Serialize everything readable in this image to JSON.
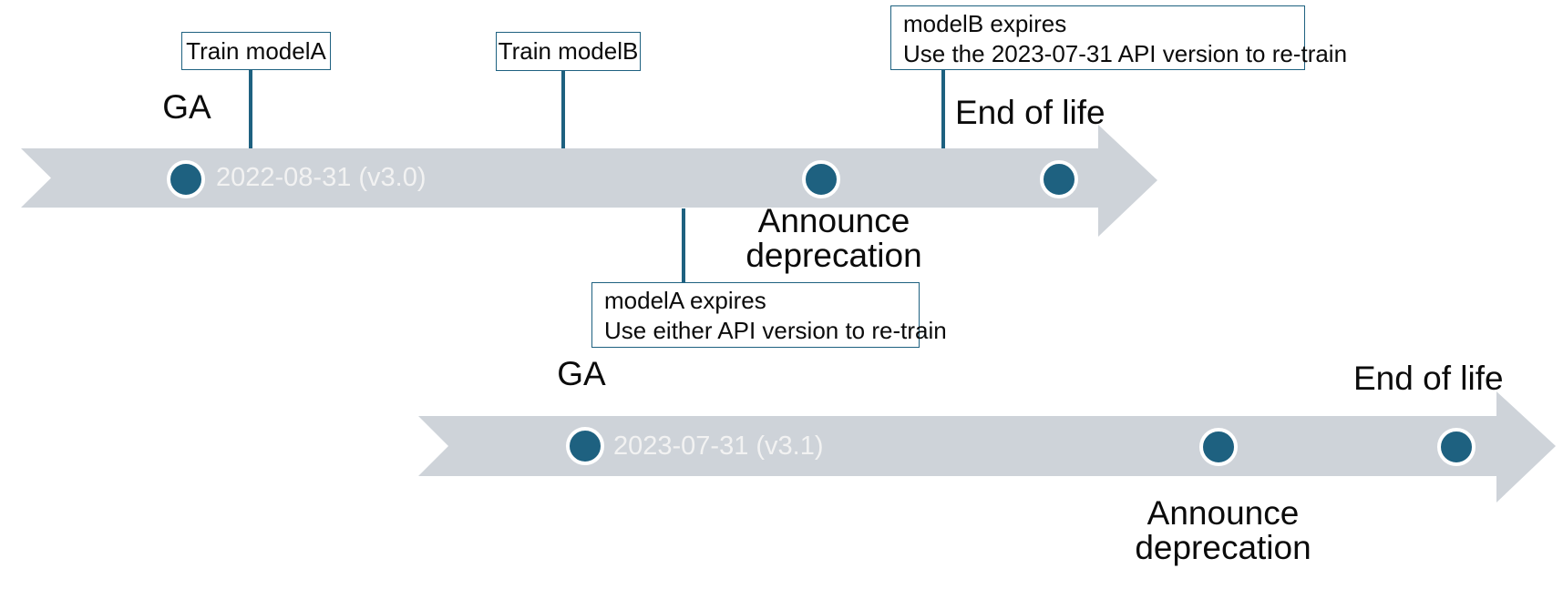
{
  "diagram_type": "model-lifecycle-timeline",
  "colors": {
    "accent_teal": "#1E6180",
    "band_gray": "#CED3D9",
    "band_text": "#F2F2F2"
  },
  "timelines": [
    {
      "date_label": "2022-08-31 (v3.0)",
      "ga_label": "GA",
      "announce_line1": "Announce",
      "announce_line2": "deprecation",
      "end_of_life_label": "End of life"
    },
    {
      "date_label": "2023-07-31 (v3.1)",
      "ga_label": "GA",
      "announce_line1": "Announce",
      "announce_line2": "deprecation",
      "end_of_life_label": "End of life"
    }
  ],
  "callouts": {
    "train_model_a": {
      "label": "Train modelA"
    },
    "train_model_b": {
      "label": "Train modelB"
    },
    "model_b_expires": {
      "line1": "modelB expires",
      "line2": "Use the 2023-07-31 API version to re-train"
    },
    "model_a_expires": {
      "line1": "modelA expires",
      "line2": "Use either API version to re-train"
    }
  }
}
